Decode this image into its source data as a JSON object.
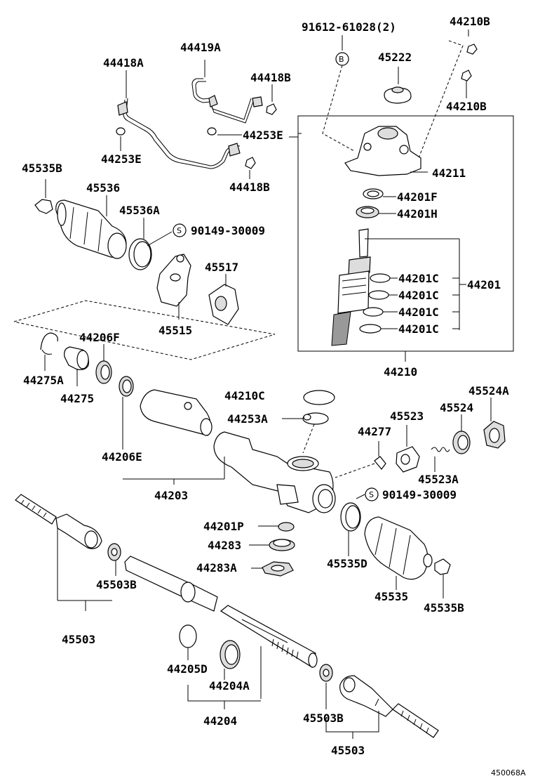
{
  "diagram_id": "450068A",
  "callouts": {
    "c91612_61028": "91612-61028(2)",
    "c44210B_top": "44210B",
    "c44210B_mid": "44210B",
    "c45222": "45222",
    "c44419A": "44419A",
    "c44418A": "44418A",
    "c44418B_top": "44418B",
    "c44253E_right": "44253E",
    "c44253E_left": "44253E",
    "c44418B_bot": "44418B",
    "c45535B_top": "45535B",
    "c45536": "45536",
    "c45536A": "45536A",
    "c90149_top": "90149-30009",
    "c44211": "44211",
    "c44201F": "44201F",
    "c44201H": "44201H",
    "c45517": "45517",
    "c45515": "45515",
    "c44201C_1": "44201C",
    "c44201C_2": "44201C",
    "c44201C_3": "44201C",
    "c44201C_4": "44201C",
    "c44201": "44201",
    "c44206F": "44206F",
    "c44275A": "44275A",
    "c44275": "44275",
    "c44210": "44210",
    "c44210C": "44210C",
    "c45524A": "45524A",
    "c44253A": "44253A",
    "c45523": "45523",
    "c45524": "45524",
    "c44277": "44277",
    "c44206E": "44206E",
    "c45523A": "45523A",
    "c44203": "44203",
    "c90149_bot": "90149-30009",
    "c44201P": "44201P",
    "c44283": "44283",
    "c44283A": "44283A",
    "c45535D": "45535D",
    "c45503B_left": "45503B",
    "c45535": "45535",
    "c45535B_bot": "45535B",
    "c45503_left": "45503",
    "c44205D": "44205D",
    "c44204A": "44204A",
    "c45503B_right": "45503B",
    "c44204": "44204",
    "c45503_right": "45503"
  },
  "markers": {
    "b_symbol": "B",
    "s_symbol_top": "S",
    "s_symbol_bot": "S"
  }
}
